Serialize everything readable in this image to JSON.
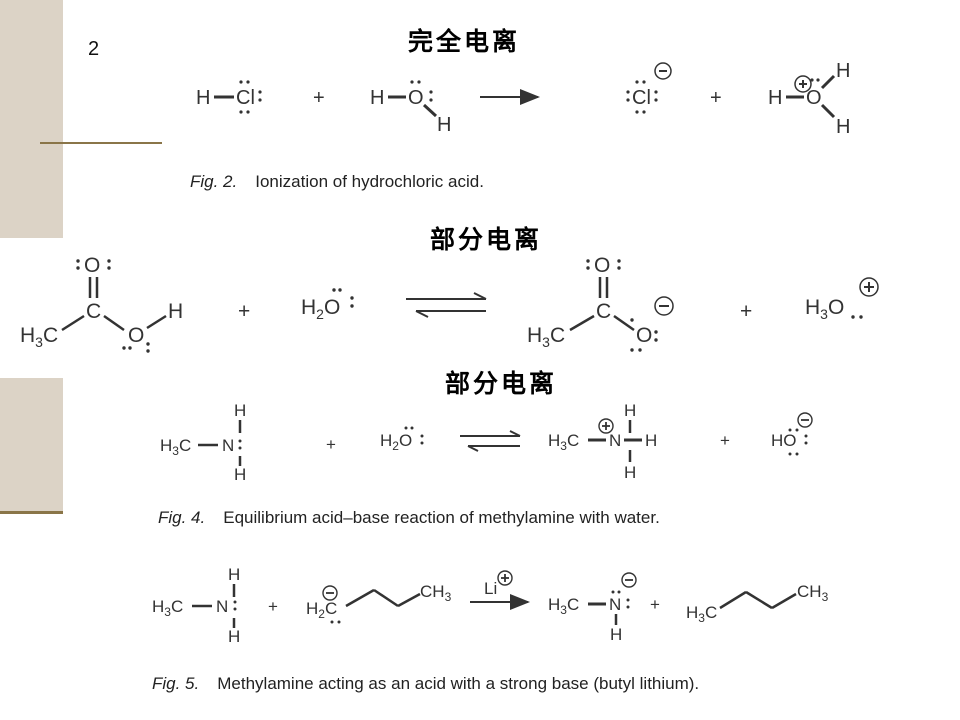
{
  "slide": {
    "page_number": "2",
    "headings": {
      "complete_ionization": "完全电离",
      "partial_ionization_1": "部分电离",
      "partial_ionization_2": "部分电离"
    }
  },
  "figures": {
    "fig2": {
      "number": "Fig. 2.",
      "caption": "Ionization of hydrochloric acid."
    },
    "fig4": {
      "number": "Fig. 4.",
      "caption": "Equilibrium acid–base reaction of methylamine with water."
    },
    "fig5": {
      "number": "Fig. 5.",
      "caption": "Methylamine acting as an acid with a strong base (butyl lithium)."
    }
  },
  "labels": {
    "H": "H",
    "Cl": "Cl",
    "O": "O",
    "C": "C",
    "N": "N",
    "plus": "+",
    "charge_pos": "+",
    "charge_neg": "−",
    "H3": "H",
    "sub3": "3",
    "sub2": "2",
    "CH": "CH",
    "H2O_H": "H",
    "H3O_H": "H",
    "HO": "HO",
    "Li": "Li",
    "H2C": "H",
    "C_tail": "C"
  },
  "colors": {
    "sidebar": "#dcd3c6",
    "rule_line": "#8a7548",
    "structure": "#333333"
  }
}
